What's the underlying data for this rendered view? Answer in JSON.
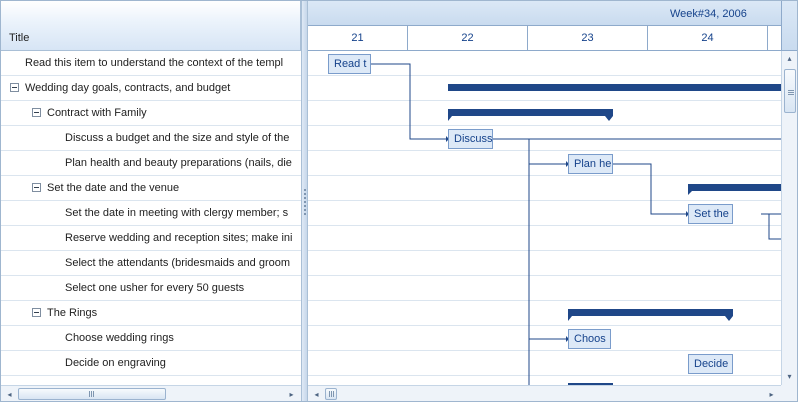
{
  "grid": {
    "header_title": "Title",
    "rows": [
      {
        "label": "Read this item to understand the context of the templ",
        "level": 0,
        "expander": false
      },
      {
        "label": "Wedding day goals, contracts, and budget",
        "level": 0,
        "expander": true
      },
      {
        "label": "Contract with Family",
        "level": 1,
        "expander": true
      },
      {
        "label": "Discuss a budget and the size and style of the",
        "level": 2,
        "expander": false
      },
      {
        "label": "Plan health and beauty preparations (nails, die",
        "level": 2,
        "expander": false
      },
      {
        "label": "Set the date and the venue",
        "level": 1,
        "expander": true
      },
      {
        "label": "Set the date in meeting with clergy member; s",
        "level": 2,
        "expander": false
      },
      {
        "label": "Reserve wedding and reception sites; make ini",
        "level": 2,
        "expander": false
      },
      {
        "label": "Select the attendants (bridesmaids and groom",
        "level": 2,
        "expander": false
      },
      {
        "label": "Select one usher for every 50 guests",
        "level": 2,
        "expander": false
      },
      {
        "label": "The Rings",
        "level": 1,
        "expander": true
      },
      {
        "label": "Choose wedding rings",
        "level": 2,
        "expander": false
      },
      {
        "label": "Decide on engraving",
        "level": 2,
        "expander": false
      }
    ]
  },
  "timeline": {
    "week_label": "Week#34, 2006",
    "days": [
      "21",
      "22",
      "23",
      "24"
    ],
    "tasks": [
      {
        "label": "Read t",
        "row": 0
      },
      {
        "label": "Discuss",
        "row": 3
      },
      {
        "label": "Plan he",
        "row": 4
      },
      {
        "label": "Set the",
        "row": 6
      },
      {
        "label": "Choos",
        "row": 11
      },
      {
        "label": "Decide",
        "row": 12
      }
    ]
  },
  "scrollbars": {
    "left_arrow": "◂",
    "right_arrow": "▸",
    "up_arrow": "▴",
    "down_arrow": "▾"
  },
  "colors": {
    "summary_bar": "#1f4788",
    "task_fill": "#dde9f7",
    "task_border": "#7a9ccb",
    "text_accent": "#15428b",
    "connector": "#1f4788"
  }
}
